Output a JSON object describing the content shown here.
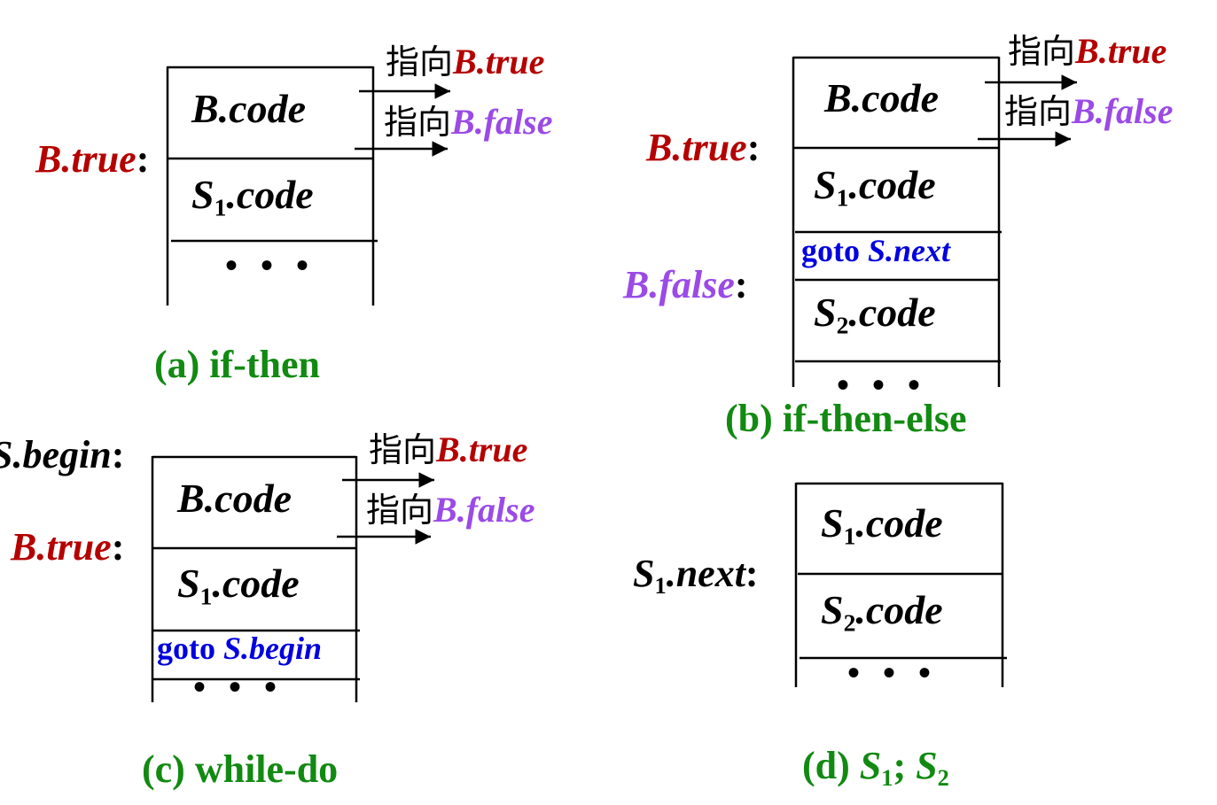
{
  "code": {
    "b_code": "B.code",
    "s1_code_base": "S",
    "s1_code_sub": "1",
    "s2_code_base": "S",
    "s2_code_sub": "2",
    "code_suffix": ".code",
    "dots": "• • •"
  },
  "labels": {
    "b_true": "B.true",
    "b_false": "B.false",
    "colon": ":",
    "s_begin": "S.begin",
    "s1_next_base": "S",
    "s1_next_sub": "1",
    "s1_next_suffix": ".next"
  },
  "arrows": {
    "prefix": "指向",
    "to_true": "B.true",
    "to_false": "B.false"
  },
  "goto": {
    "keyword": "goto ",
    "s_next": "S.next",
    "s_begin": "S.begin"
  },
  "captions": {
    "a": "(a) if-then",
    "b": "(b) if-then-else",
    "c": "(c) while-do",
    "d_prefix": "(d) ",
    "d_s1_base": "S",
    "d_s1_sub": "1",
    "d_sep": "; ",
    "d_s2_base": "S",
    "d_s2_sub": "2"
  },
  "colors": {
    "true_label": "#b50000",
    "false_label": "#9b4ae6",
    "goto_text": "#0000e0",
    "caption": "#128a12"
  }
}
